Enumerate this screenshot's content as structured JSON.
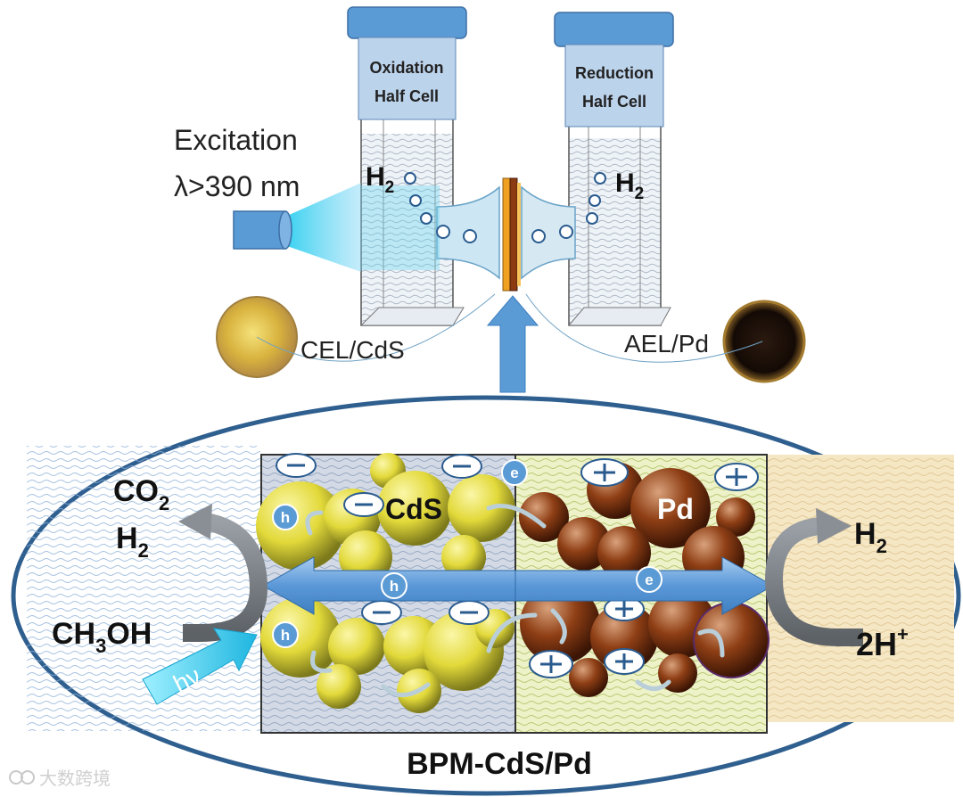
{
  "labels": {
    "excitation_line1": "Excitation",
    "excitation_line2": "λ>390 nm",
    "oxidation_line1": "Oxidation",
    "oxidation_line2": "Half Cell",
    "reduction_line1": "Reduction",
    "reduction_line2": "Half Cell",
    "h2_left_main": "H",
    "h2_left_sub": "2",
    "h2_right_main": "H",
    "h2_right_sub": "2",
    "cel_cds": "CEL/CdS",
    "ael_pd": "AEL/Pd",
    "co2_main": "CO",
    "co2_sub": "2",
    "h2_out_main": "H",
    "h2_out_sub": "2",
    "ch3oh_a": "CH",
    "ch3oh_sub": "3",
    "ch3oh_b": "OH",
    "hv": "hν",
    "cds": "CdS",
    "pd": "Pd",
    "h2_product_main": "H",
    "h2_product_sub": "2",
    "two_h_main": "2H",
    "two_h_sup": "+",
    "hole": "h",
    "electron": "e",
    "bpm": "BPM-CdS/Pd",
    "watermark": "大数跨境"
  },
  "colors": {
    "cell_blue": "#5b9bd5",
    "cds_yellow": "#e8e04a",
    "pd_brown": "#8b3a12",
    "ellipse_border": "#2f5f8f",
    "arrow_blue": "#6aa4dc"
  }
}
